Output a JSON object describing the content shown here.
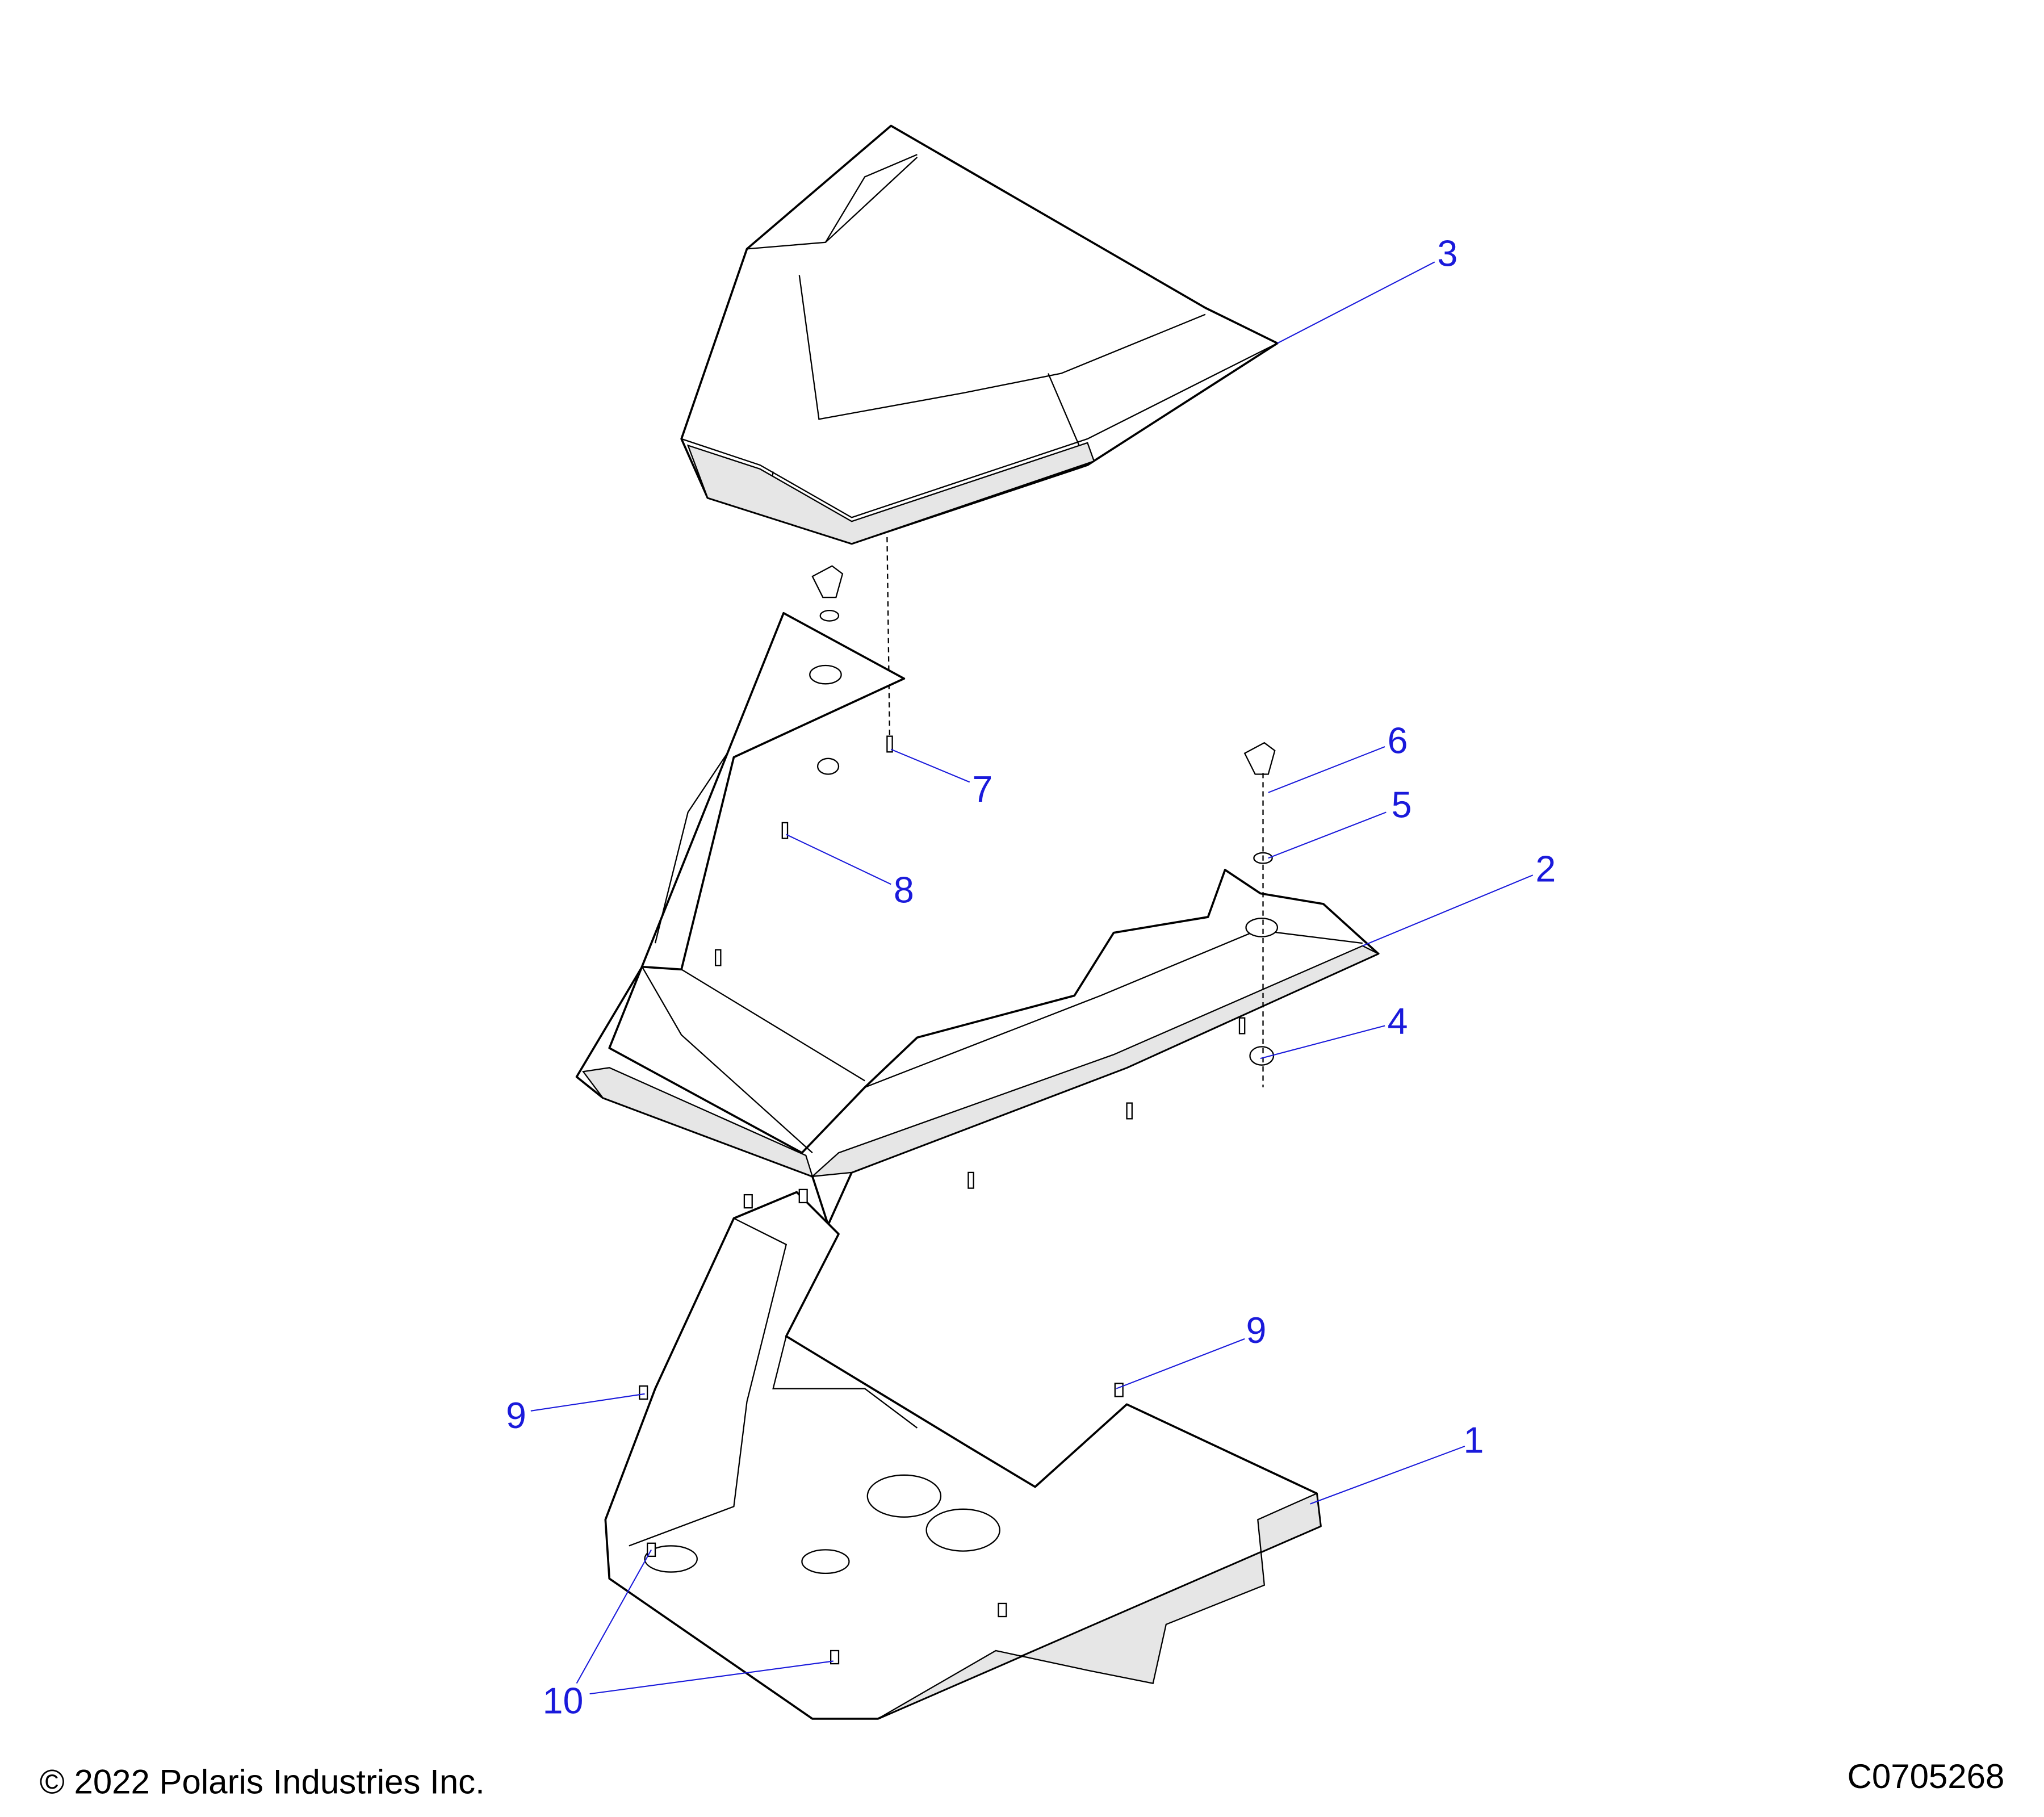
{
  "callouts": {
    "c1": "1",
    "c2": "2",
    "c3": "3",
    "c4": "4",
    "c5": "5",
    "c6": "6",
    "c7": "7",
    "c8": "8",
    "c9a": "9",
    "c9b": "9",
    "c10": "10"
  },
  "footer": {
    "copyright": "© 2022 Polaris Industries Inc.",
    "drawing_number": "C0705268"
  },
  "colors": {
    "callout": "#1a1adb",
    "line": "#000000"
  }
}
